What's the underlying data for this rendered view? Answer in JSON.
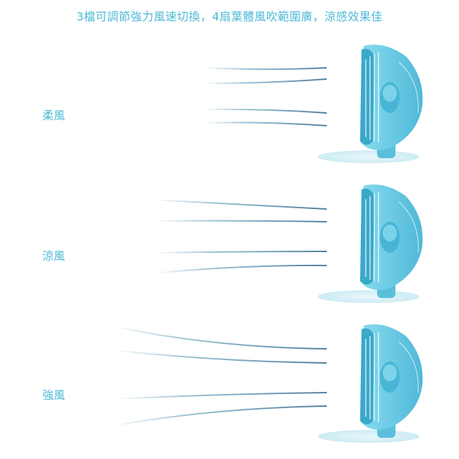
{
  "headline": "3檔可調節強力風速切換，4扇葉體風吹範圍廣，涼感效果佳",
  "modes": [
    {
      "label": "柔風"
    },
    {
      "label": "涼風"
    },
    {
      "label": "強風"
    }
  ],
  "colors": {
    "accent_text": "#4db9d6",
    "fan_body": "#6ccde6",
    "fan_dark": "#3aa9c9",
    "fan_base": "#dff3f9",
    "wind_line": "#4a8fb0"
  }
}
